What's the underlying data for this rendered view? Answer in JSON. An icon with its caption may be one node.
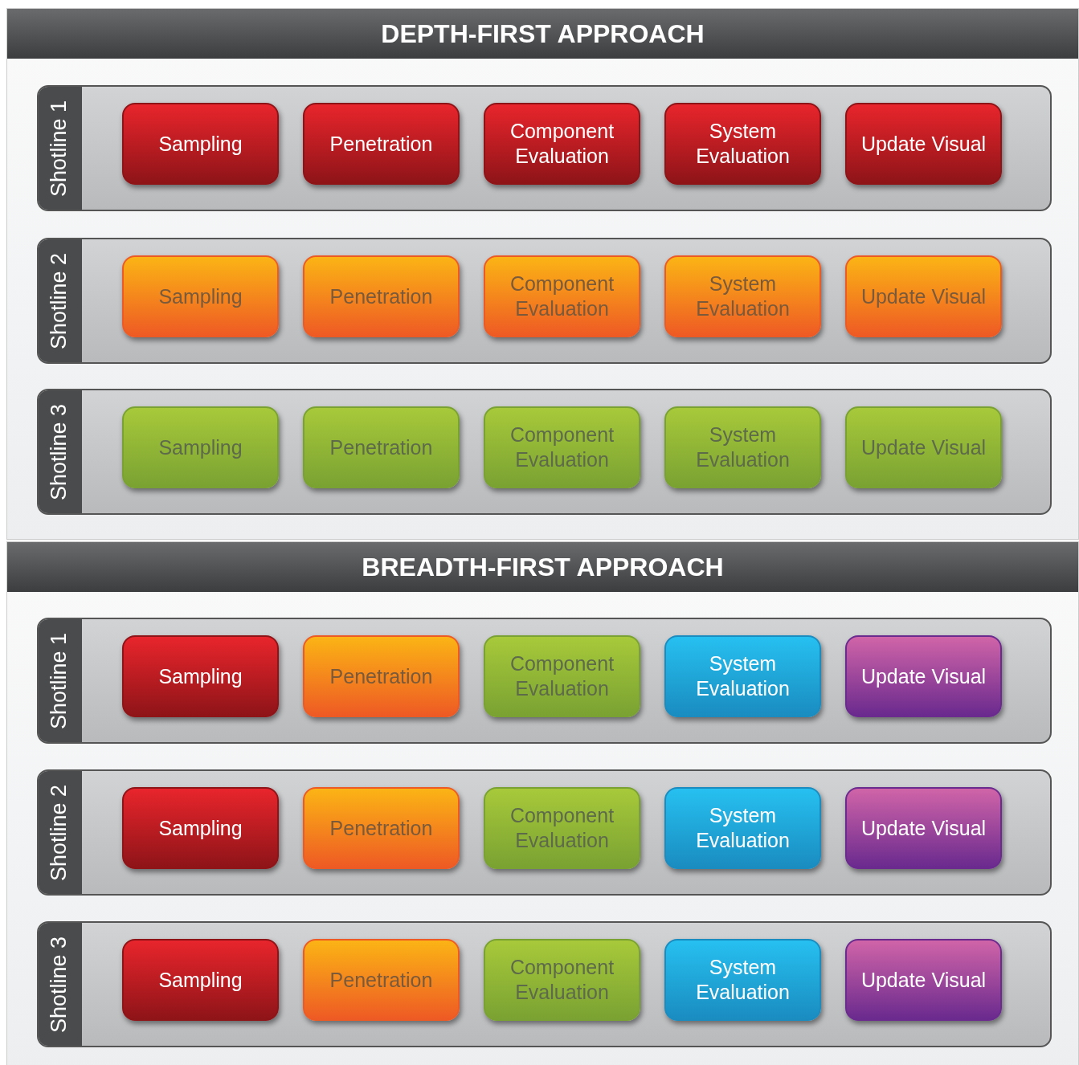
{
  "diagram": {
    "nodes": [
      {
        "text": [
          "DEPTH-FIRST APPROACH"
        ]
      },
      {
        "text": [
          "Shotline 1"
        ],
        "in": 0
      },
      {
        "text": [
          "Sampling"
        ],
        "in": 1
      },
      {
        "text": [
          "Penetration"
        ],
        "in": 1
      },
      {
        "text": [
          "Component Evaluation"
        ],
        "in": 1
      },
      {
        "text": [
          "System Evaluation"
        ],
        "in": 1
      },
      {
        "text": [
          "Update Visual"
        ],
        "in": 1
      },
      {
        "text": [
          "Shotline 2"
        ],
        "in": 0
      },
      {
        "text": [
          "Sampling"
        ],
        "in": 7
      },
      {
        "text": [
          "Penetration"
        ],
        "in": 7
      },
      {
        "text": [
          "Component Evaluation"
        ],
        "in": 7
      },
      {
        "text": [
          "System Evaluation"
        ],
        "in": 7
      },
      {
        "text": [
          "Update Visual"
        ],
        "in": 7
      },
      {
        "text": [
          "Shotline 3"
        ],
        "in": 0
      },
      {
        "text": [
          "Sampling"
        ],
        "in": 13
      },
      {
        "text": [
          "Penetration"
        ],
        "in": 13
      },
      {
        "text": [
          "Component Evaluation"
        ],
        "in": 13
      },
      {
        "text": [
          "System Evaluation"
        ],
        "in": 13
      },
      {
        "text": [
          "Update Visual"
        ],
        "in": 13
      },
      {
        "text": [
          "BREADTH-FIRST APPROACH"
        ]
      },
      {
        "text": [
          "Shotline 1"
        ],
        "in": 19
      },
      {
        "text": [
          "Sampling"
        ],
        "in": 20
      },
      {
        "text": [
          "Penetration"
        ],
        "in": 20
      },
      {
        "text": [
          "Component Evaluation"
        ],
        "in": 20
      },
      {
        "text": [
          "System Evaluation"
        ],
        "in": 20
      },
      {
        "text": [
          "Update Visual"
        ],
        "in": 20
      },
      {
        "text": [
          "Shotline 2"
        ],
        "in": 19
      },
      {
        "text": [
          "Sampling"
        ],
        "in": 26
      },
      {
        "text": [
          "Penetration"
        ],
        "in": 26
      },
      {
        "text": [
          "Component Evaluation"
        ],
        "in": 26
      },
      {
        "text": [
          "System Evaluation"
        ],
        "in": 26
      },
      {
        "text": [
          "Update Visual"
        ],
        "in": 26
      },
      {
        "text": [
          "Shotline 3"
        ],
        "in": 19
      },
      {
        "text": [
          "Sampling"
        ],
        "in": 32
      },
      {
        "text": [
          "Penetration"
        ],
        "in": 32
      },
      {
        "text": [
          "Component Evaluation"
        ],
        "in": 32
      },
      {
        "text": [
          "System Evaluation"
        ],
        "in": 32
      },
      {
        "text": [
          "Update Visual"
        ],
        "in": 32
      }
    ],
    "edges": []
  }
}
